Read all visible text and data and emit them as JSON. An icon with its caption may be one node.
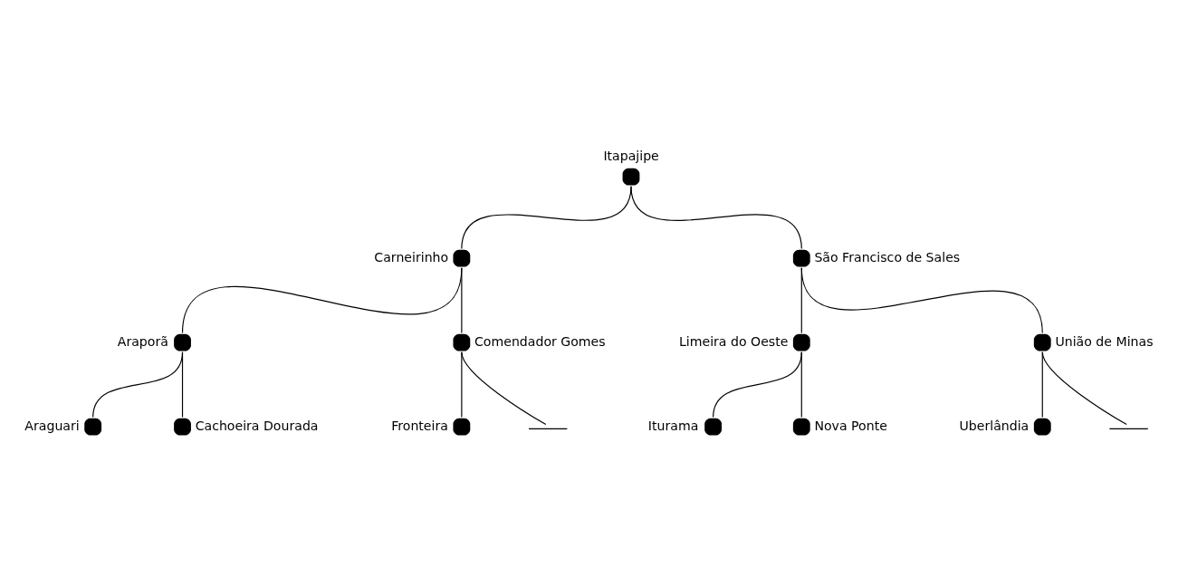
{
  "diagram": {
    "nodes": [
      {
        "text": [],
        "shape": "circle",
        "beside": [
          "Itapajipe"
        ]
      },
      {
        "text": [],
        "shape": "circle",
        "beside": [
          "Carneirinho"
        ]
      },
      {
        "text": [],
        "shape": "circle",
        "beside": [
          "São Francisco de Sales"
        ]
      },
      {
        "text": [],
        "shape": "circle",
        "beside": [
          "Araporã"
        ]
      },
      {
        "text": [],
        "shape": "circle",
        "beside": [
          "Comendador Gomes"
        ]
      },
      {
        "text": [],
        "shape": "circle",
        "beside": [
          "Limeira do Oeste"
        ]
      },
      {
        "text": [],
        "shape": "circle",
        "beside": [
          "União de Minas"
        ]
      },
      {
        "text": [],
        "shape": "circle",
        "beside": [
          "Araguari"
        ]
      },
      {
        "text": [],
        "shape": "circle",
        "beside": [
          "Cachoeira Dourada"
        ]
      },
      {
        "text": [],
        "shape": "circle",
        "beside": [
          "Fronteira"
        ]
      },
      {
        "text": [],
        "shape": "bar"
      },
      {
        "text": [],
        "shape": "circle",
        "beside": [
          "Iturama"
        ]
      },
      {
        "text": [],
        "shape": "circle",
        "beside": [
          "Nova Ponte"
        ]
      },
      {
        "text": [],
        "shape": "circle",
        "beside": [
          "Uberlândia"
        ]
      },
      {
        "text": [],
        "shape": "bar"
      }
    ],
    "edges": [
      {
        "from": 0,
        "to": 1,
        "arrow": "none"
      },
      {
        "from": 0,
        "to": 2,
        "arrow": "none"
      },
      {
        "from": 1,
        "to": 3,
        "arrow": "none"
      },
      {
        "from": 1,
        "to": 4,
        "arrow": "none"
      },
      {
        "from": 2,
        "to": 5,
        "arrow": "none"
      },
      {
        "from": 2,
        "to": 6,
        "arrow": "none"
      },
      {
        "from": 3,
        "to": 7,
        "arrow": "none"
      },
      {
        "from": 3,
        "to": 8,
        "arrow": "none"
      },
      {
        "from": 4,
        "to": 9,
        "arrow": "none"
      },
      {
        "from": 4,
        "to": 10,
        "arrow": "none"
      },
      {
        "from": 5,
        "to": 11,
        "arrow": "none"
      },
      {
        "from": 5,
        "to": 12,
        "arrow": "none"
      },
      {
        "from": 6,
        "to": 13,
        "arrow": "none"
      },
      {
        "from": 6,
        "to": 14,
        "arrow": "none"
      }
    ]
  }
}
